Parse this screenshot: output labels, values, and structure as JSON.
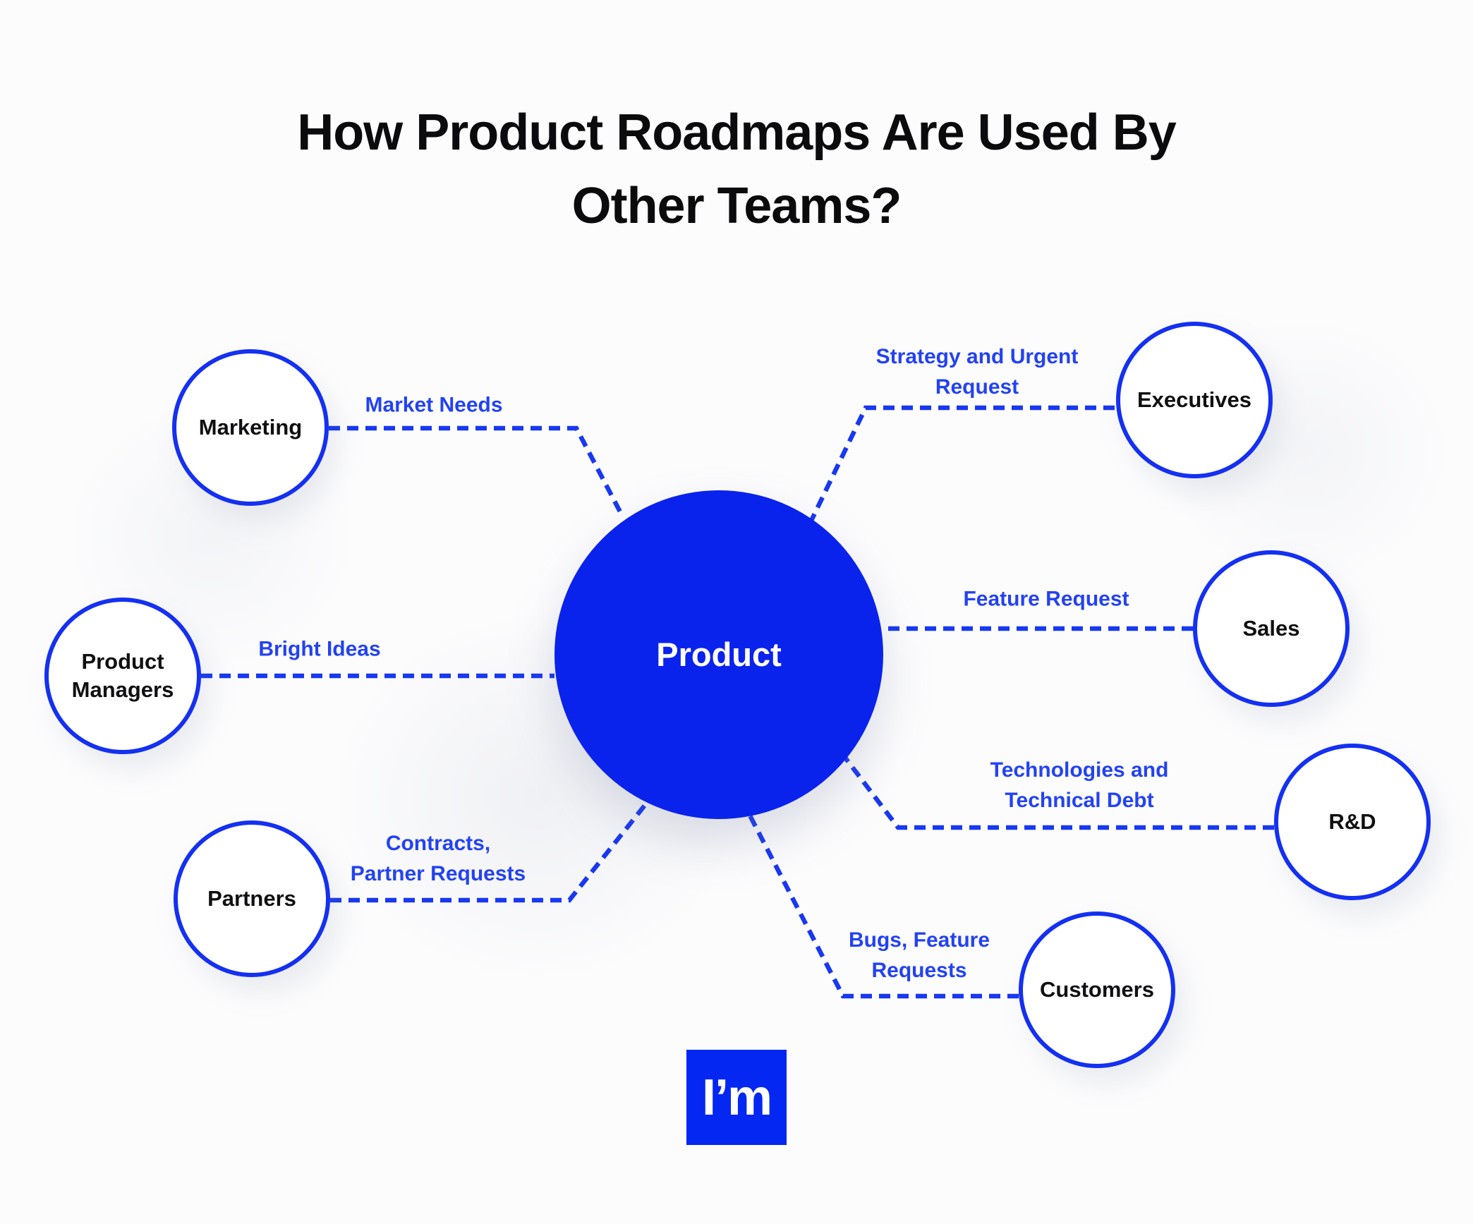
{
  "title": {
    "line1": "How Product Roadmaps Are Used By",
    "line2": "Other Teams?"
  },
  "center_node": {
    "label": "Product"
  },
  "nodes": {
    "marketing": {
      "label": "Marketing"
    },
    "executives": {
      "label": "Executives"
    },
    "sales": {
      "label": "Sales"
    },
    "rnd": {
      "label": "R&D"
    },
    "customers": {
      "label": "Customers"
    },
    "partners": {
      "label": "Partners"
    },
    "product_managers": {
      "line1": "Product",
      "line2": "Managers"
    }
  },
  "connections": {
    "market_needs": {
      "label": "Market Needs"
    },
    "strategy": {
      "line1": "Strategy and Urgent",
      "line2": "Request"
    },
    "feature_request": {
      "label": "Feature Request"
    },
    "technologies": {
      "line1": "Technologies and",
      "line2": "Technical Debt"
    },
    "bugs": {
      "line1": "Bugs, Feature",
      "line2": "Requests"
    },
    "contracts": {
      "line1": "Contracts,",
      "line2": "Partner Requests"
    },
    "bright_ideas": {
      "label": "Bright Ideas"
    }
  },
  "logo": {
    "text": "I’m"
  },
  "colors": {
    "center_fill": "#0a23ec",
    "node_border": "#1430f1",
    "connector": "#1838f1",
    "connector_label": "#2342f3",
    "node_text": "#101013",
    "title_text": "#0b0b0d",
    "logo_fill": "#0527f2",
    "background": "#fcfcfd"
  }
}
